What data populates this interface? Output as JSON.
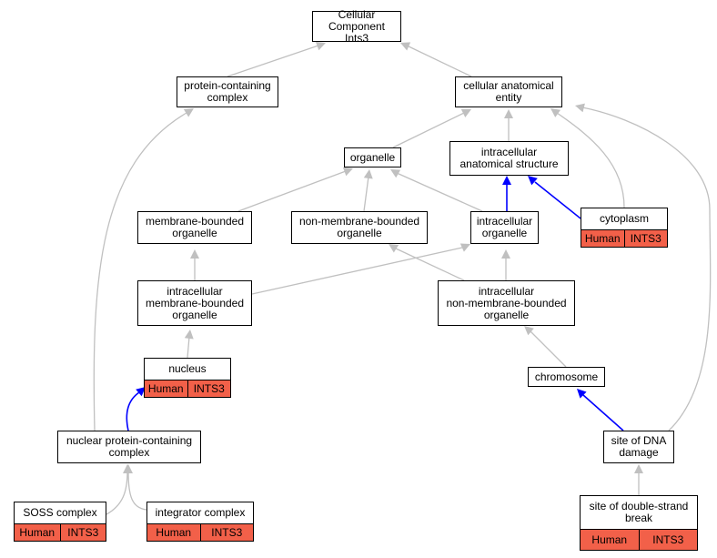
{
  "graph": {
    "root": "Cellular Component\nInts3",
    "protein_containing_complex": "protein-containing\ncomplex",
    "cellular_anatomical_entity": "cellular anatomical\nentity",
    "organelle": "organelle",
    "intracellular_anatomical_structure": "intracellular\nanatomical structure",
    "membrane_bounded_organelle": "membrane-bounded\norganelle",
    "non_membrane_bounded_organelle": "non-membrane-bounded\norganelle",
    "intracellular_organelle": "intracellular\norganelle",
    "cytoplasm": "cytoplasm",
    "intracellular_membrane_bounded_organelle": "intracellular\nmembrane-bounded\norganelle",
    "intracellular_non_membrane_bounded_organelle": "intracellular\nnon-membrane-bounded\norganelle",
    "nucleus": "nucleus",
    "chromosome": "chromosome",
    "nuclear_protein_containing_complex": "nuclear protein-containing\ncomplex",
    "site_of_dna_damage": "site of DNA\ndamage",
    "soss_complex": "SOSS complex",
    "integrator_complex": "integrator complex",
    "site_of_double_strand_break": "site of double-strand\nbreak"
  },
  "annotation": {
    "species": "Human",
    "gene": "INTS3"
  },
  "colors": {
    "annotation_fill": "#f26049",
    "direct_edge": "#0000ff",
    "inferred_edge": "#c0c0c0"
  }
}
